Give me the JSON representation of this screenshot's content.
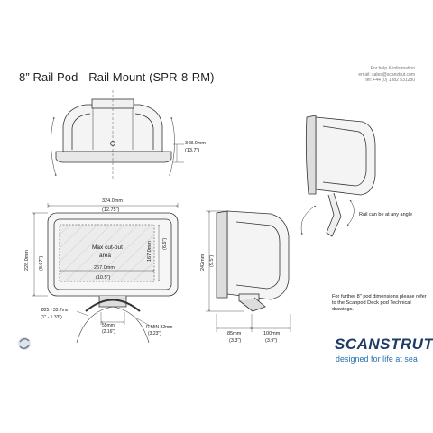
{
  "document": {
    "title": "8” Rail Pod - Rail Mount   (SPR-8-RM)",
    "contact": [
      "For help & information",
      "email: sales@scanstrut.com",
      "tel: +44 (0) 1382 531280"
    ]
  },
  "dimensions": {
    "top_depth": "348.0mm",
    "top_depth_in": "(13.7\")",
    "width": "324.0mm",
    "width_in": "(12.75\")",
    "height": "228.0mm",
    "height_in": "(8.97\")",
    "cutout_height": "167.0mm",
    "cutout_height_in": "(6.6\")",
    "cutout_width": "267.0mm",
    "cutout_width_in": "(10.5\")",
    "cutout_label_1": "Max cut-out",
    "cutout_label_2": "area",
    "rail_diameter": "Ø25 - 33.7mm",
    "rail_diameter_in": "(1\" - 1.33\")",
    "base": "55mm",
    "base_in": "(2.16\")",
    "rmin": "R MIN 82mm",
    "rmin_in": "(3.23\")",
    "side_height": "242mm",
    "side_height_in": "(9.5\")",
    "side_a": "85mm",
    "side_a_in": "(3.3\")",
    "side_b": "100mm",
    "side_b_in": "(3.9\")",
    "rail_angle": "Rail can be at any angle"
  },
  "note": "For further 8\" pod dimensions please refer to the Scanpod Deck pod Technical drawings.",
  "brand": {
    "name": "SCANSTRUT",
    "tagline": "designed for life at sea",
    "color": "#1e3a66",
    "tagline_color": "#1f6fb0"
  }
}
